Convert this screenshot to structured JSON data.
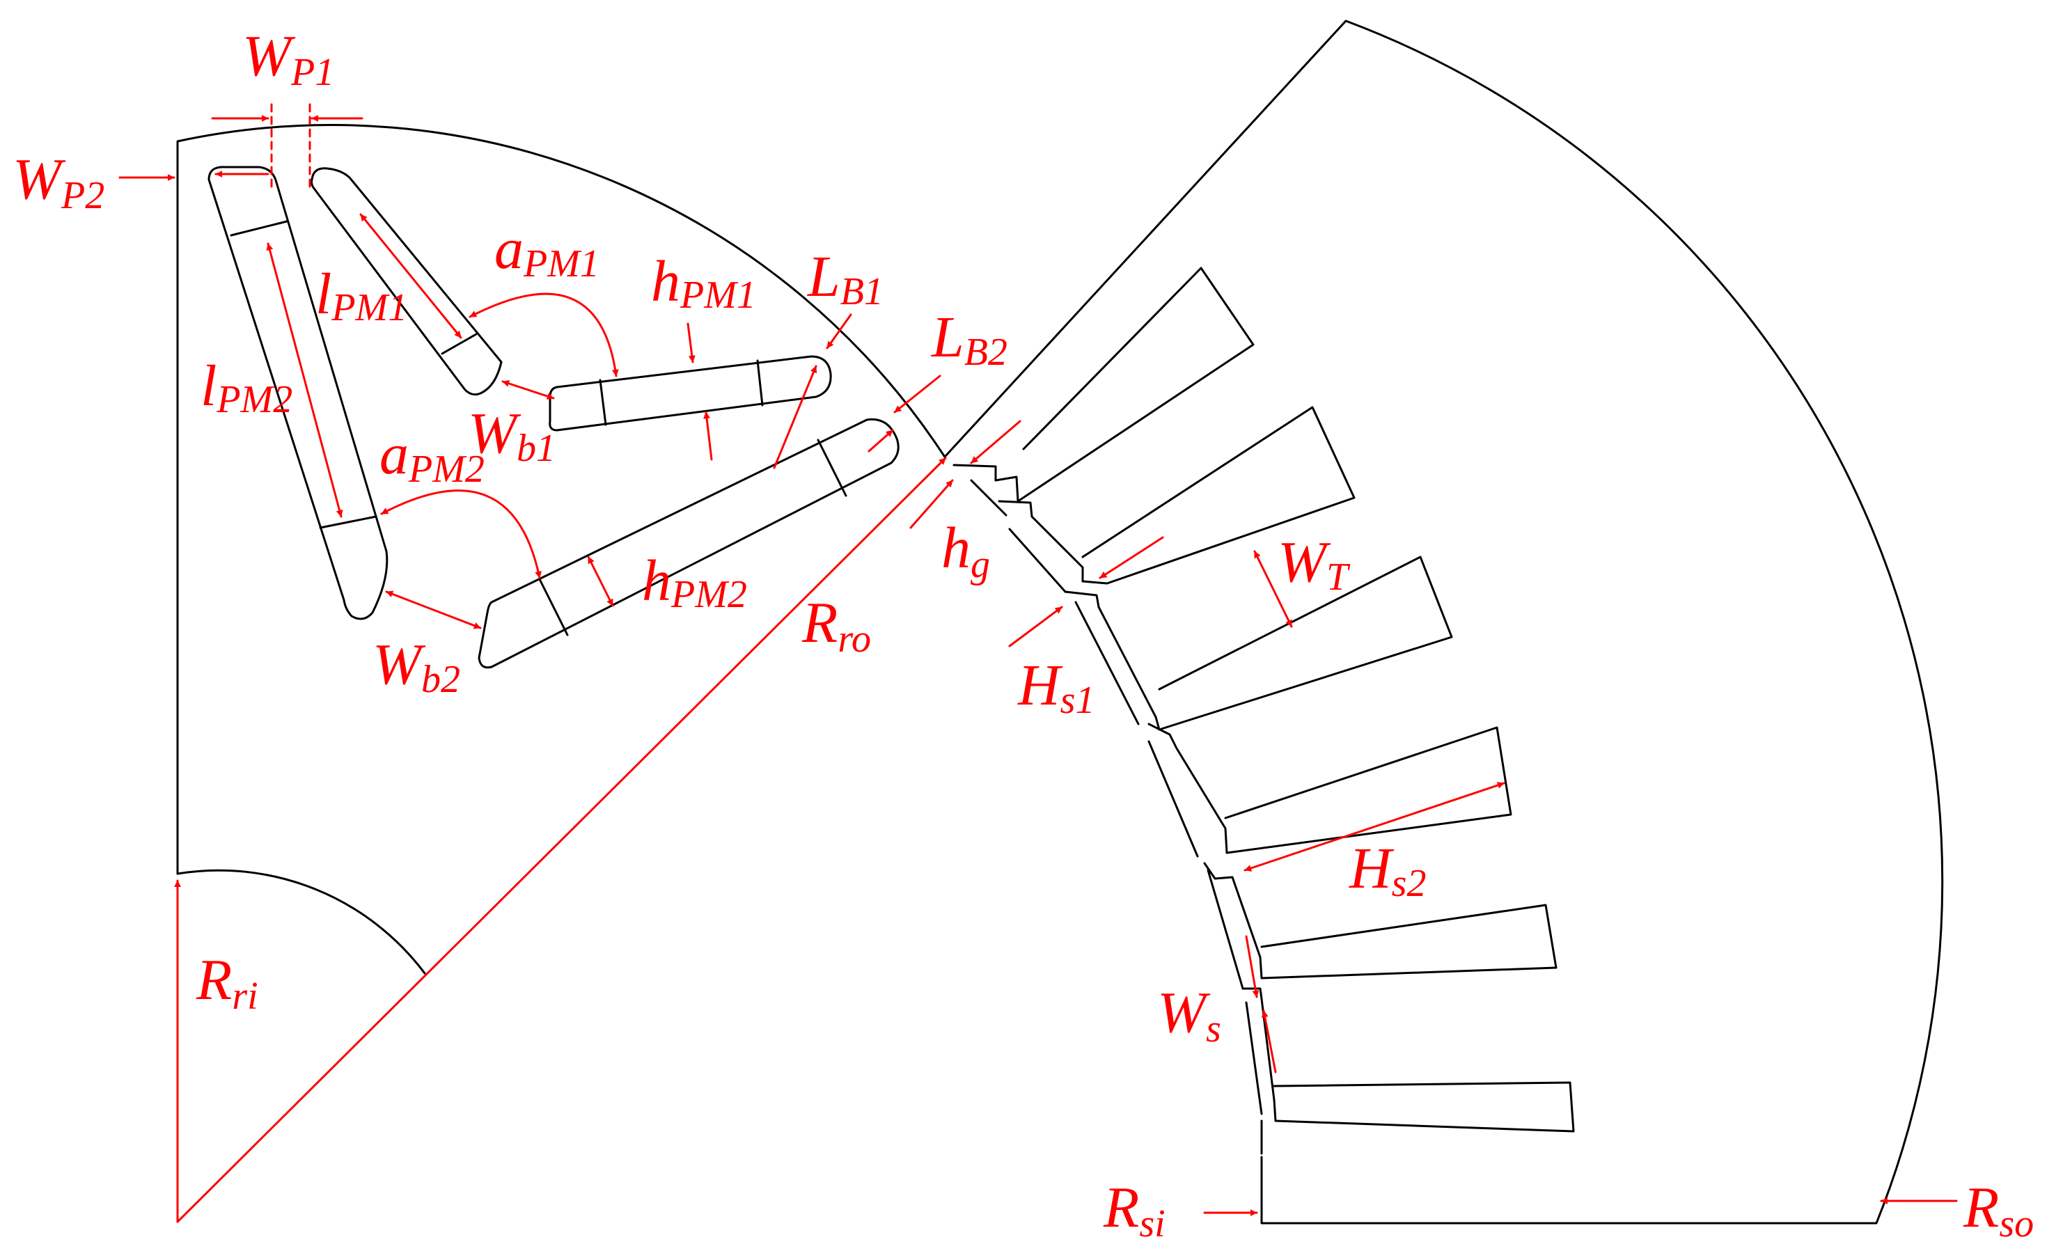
{
  "labels": {
    "wp1": {
      "main": "W",
      "sub": "P1"
    },
    "wp2": {
      "main": "W",
      "sub": "P2"
    },
    "apm1": {
      "main": "a",
      "sub": "PM1"
    },
    "hpm1": {
      "main": "h",
      "sub": "PM1"
    },
    "lb1": {
      "main": "L",
      "sub": "B1"
    },
    "lb2": {
      "main": "L",
      "sub": "B2"
    },
    "lpm1": {
      "main": "l",
      "sub": "PM1"
    },
    "lpm2": {
      "main": "l",
      "sub": "PM2"
    },
    "wb1": {
      "main": "W",
      "sub": "b1"
    },
    "apm2": {
      "main": "a",
      "sub": "PM2"
    },
    "hpm2": {
      "main": "h",
      "sub": "PM2"
    },
    "wb2": {
      "main": "W",
      "sub": "b2"
    },
    "hg": {
      "main": "h",
      "sub": "g"
    },
    "rro": {
      "main": "R",
      "sub": "ro"
    },
    "wt": {
      "main": "W",
      "sub": "T"
    },
    "hs1": {
      "main": "H",
      "sub": "s1"
    },
    "hs2": {
      "main": "H",
      "sub": "s2"
    },
    "ws": {
      "main": "W",
      "sub": "s"
    },
    "rri": {
      "main": "R",
      "sub": "ri"
    },
    "rsi": {
      "main": "R",
      "sub": "si"
    },
    "rso": {
      "main": "R",
      "sub": "so"
    }
  },
  "colors": {
    "geometry": "#000000",
    "annotation": "#ff0000",
    "background": "#ffffff"
  }
}
